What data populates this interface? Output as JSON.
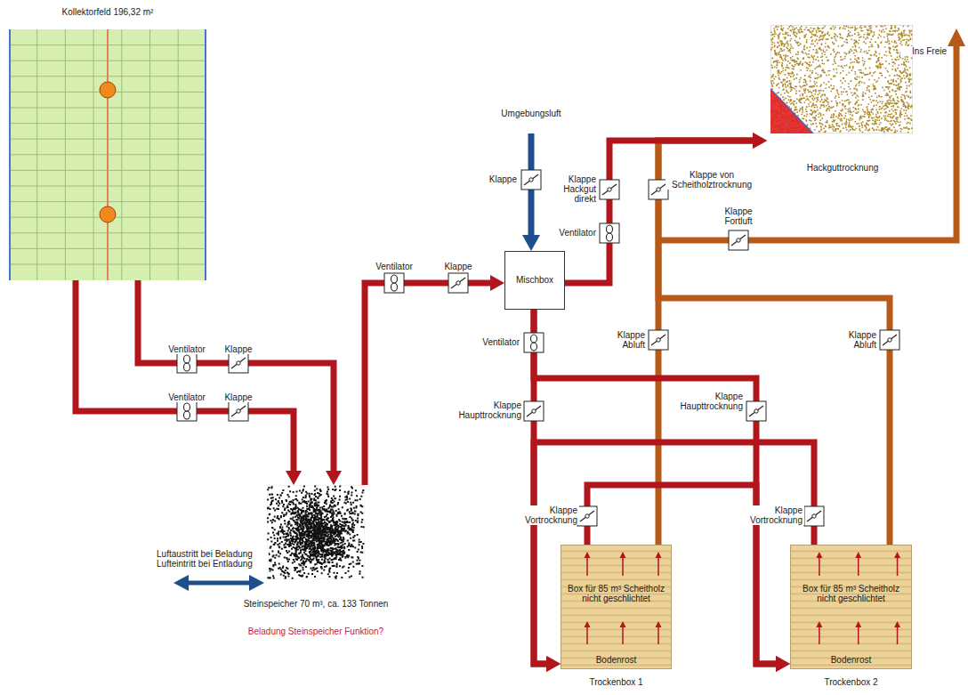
{
  "diagram": {
    "nodes": [
      {
        "text": [
          "Kollektorfeld 196,32 m²"
        ]
      },
      {
        "text": [
          "Steinspeicher 70 m³, ca. 133 Tonnen"
        ]
      },
      {
        "text": [
          "Mischbox"
        ]
      },
      {
        "text": [
          "Hackguttrocknung"
        ]
      },
      {
        "text": [
          "Box für 85 m³ Scheitholz nicht geschlichtet",
          "Bodenrost",
          "Trockenbox 1"
        ]
      },
      {
        "text": [
          "Box für 85 m³ Scheitholz nicht geschlichtet",
          "Bodenrost",
          "Trockenbox 2"
        ]
      }
    ],
    "edges": [
      {
        "from": 0,
        "to": 1,
        "arrow": "to"
      },
      {
        "from": 0,
        "to": 1,
        "arrow": "to"
      },
      {
        "from": 1,
        "to": 2,
        "arrow": "to"
      },
      {
        "from": 4,
        "to": 3,
        "arrow": "to"
      },
      {
        "from": 5,
        "to": 3,
        "arrow": "to"
      },
      {
        "from": 2,
        "to": 3,
        "arrow": "to"
      },
      {
        "from": 2,
        "to": 4,
        "arrow": "to"
      },
      {
        "from": 2,
        "to": 5,
        "arrow": "to"
      },
      {
        "from": 4,
        "to": 5,
        "arrow": "to"
      },
      {
        "from": 5,
        "to": 4,
        "arrow": "to"
      }
    ],
    "labels": [
      "Ventilator",
      "Klappe",
      "Ventilator",
      "Klappe",
      "Ventilator",
      "Klappe",
      "Umgebungsluft",
      "Klappe",
      "Klappe Hackgut direkt",
      "Ventilator",
      "Klappe von Scheitholztrocknung",
      "Klappe Fortluft",
      "Ins Freie",
      "Ventilator",
      "Klappe Abluft",
      "Klappe Abluft",
      "Klappe Haupttrocknung",
      "Klappe Haupttrocknung",
      "Klappe Vortrocknung",
      "Klappe Vortrocknung",
      "Luftaustritt bei Beladung Lufteintritt bei Entladung",
      "Beladung Steinspeicher Funktion?"
    ]
  }
}
